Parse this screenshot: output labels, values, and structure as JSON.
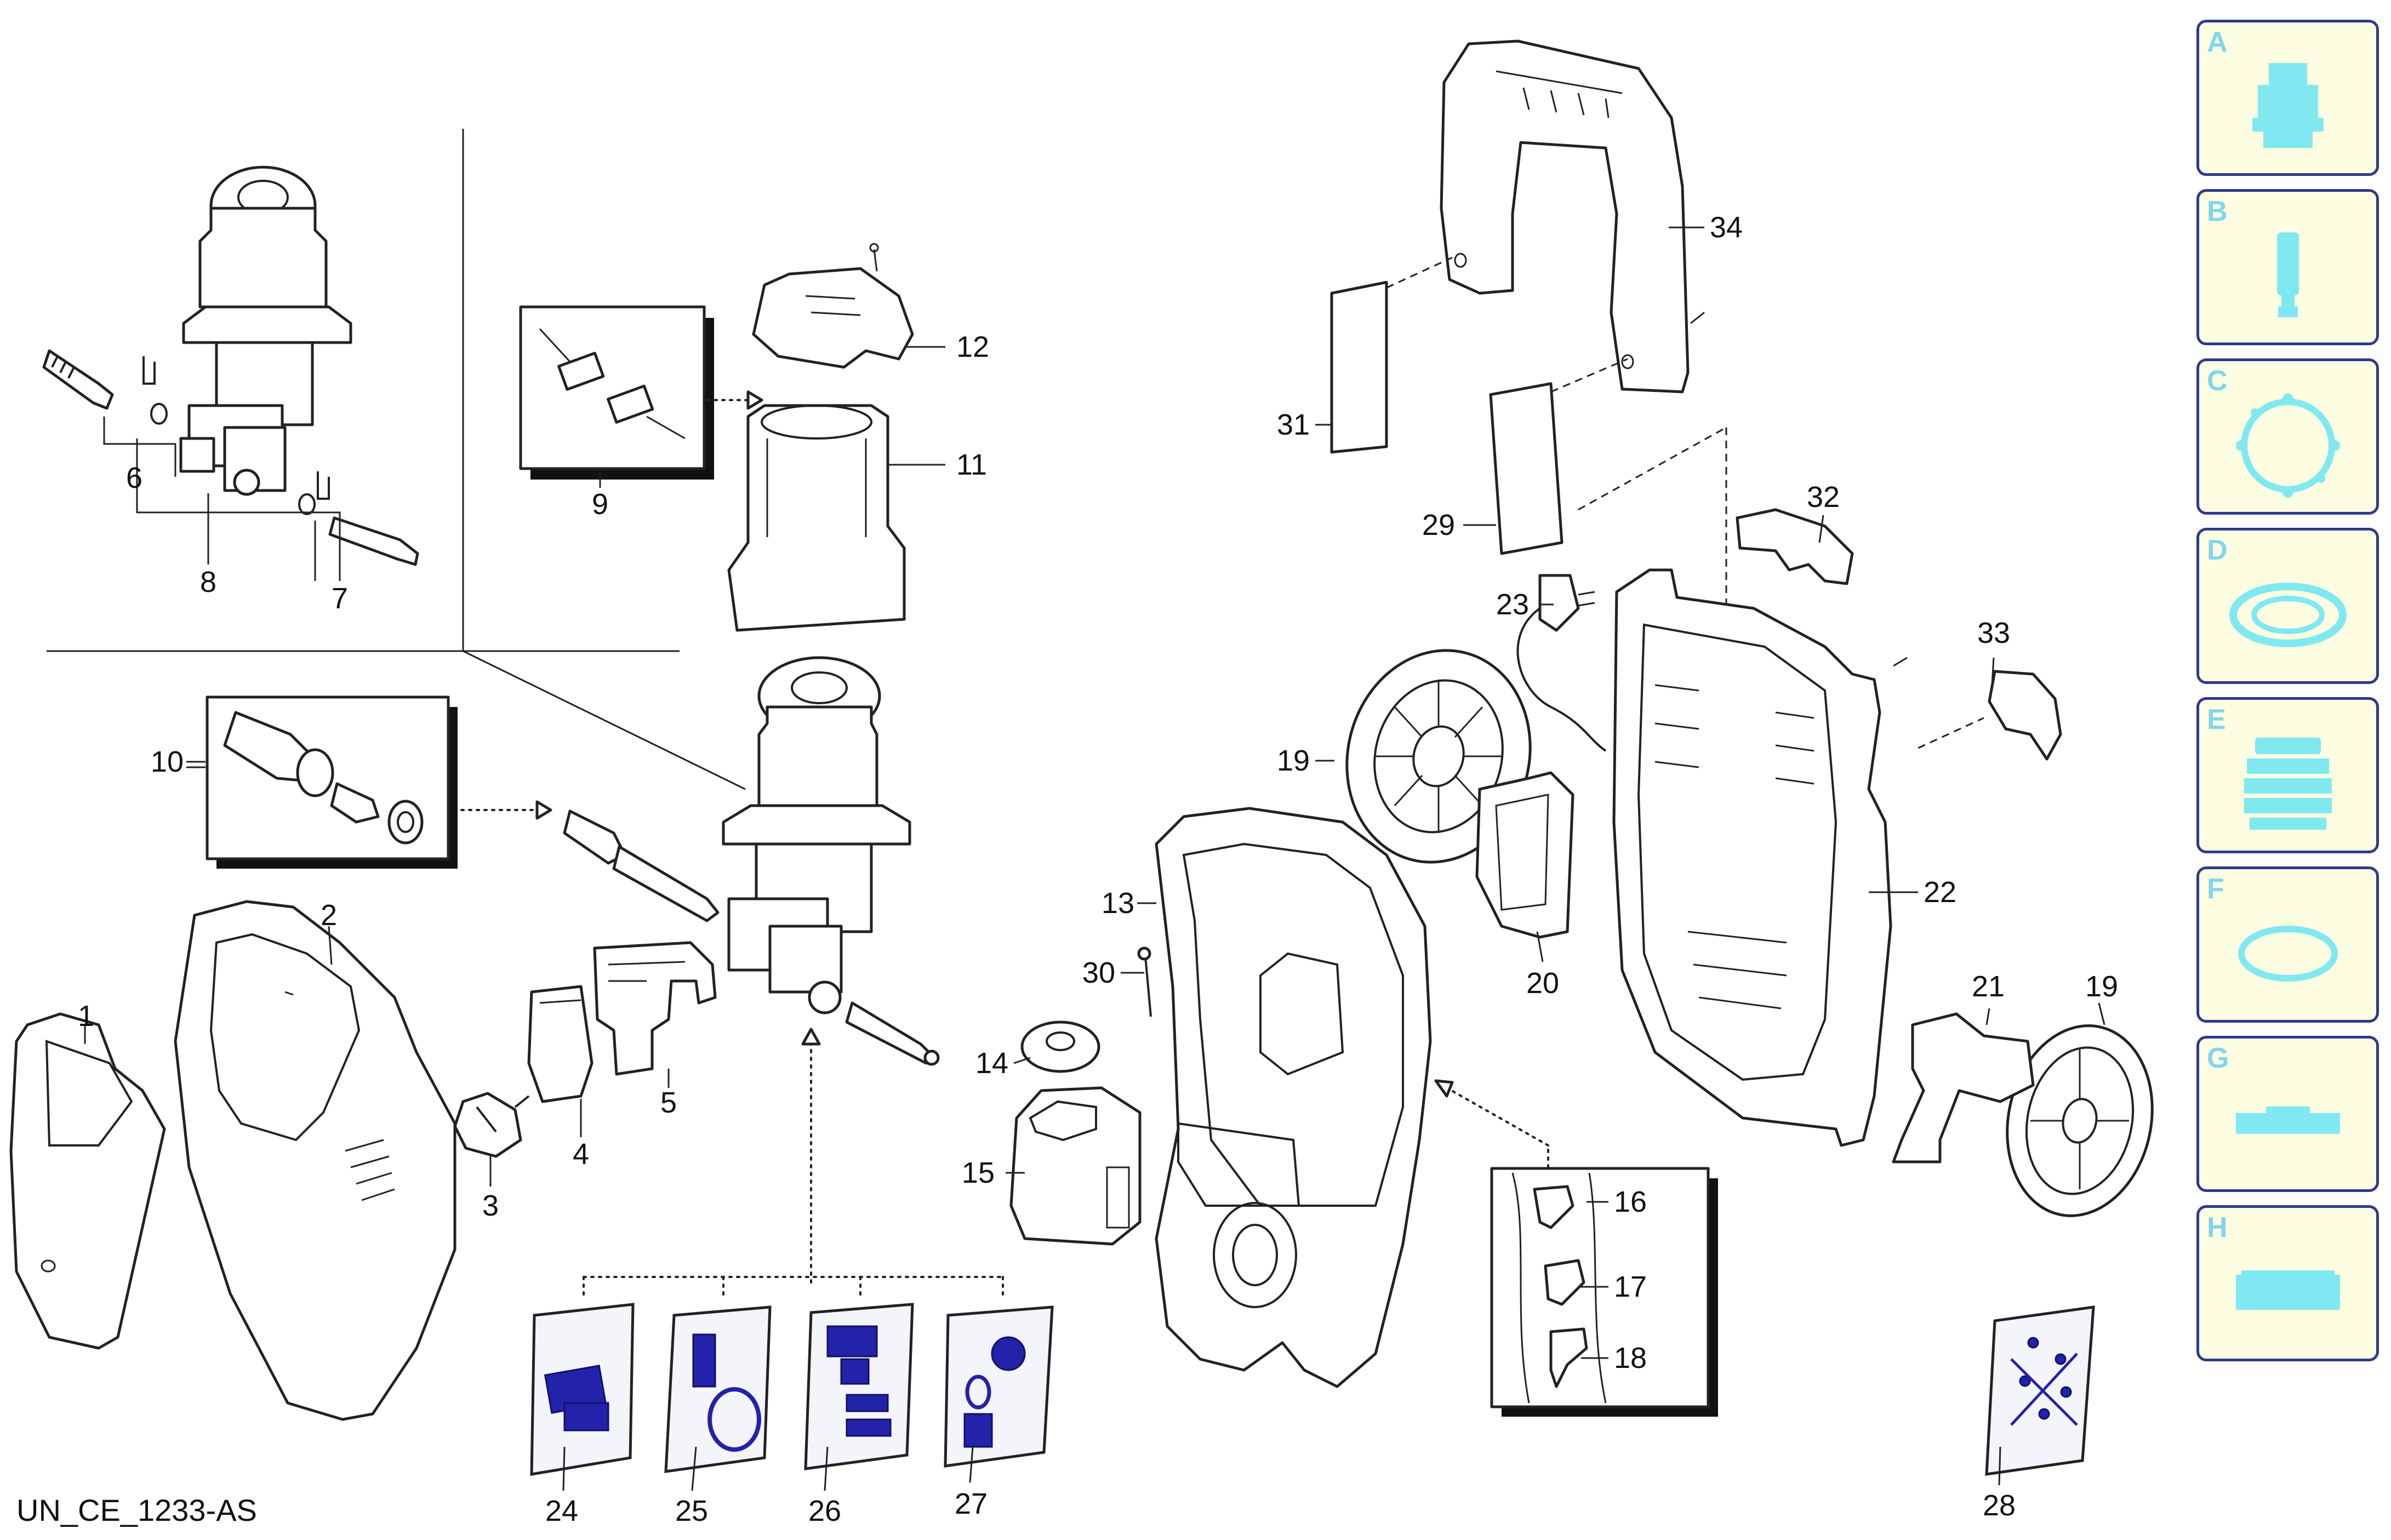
{
  "drawing_code": "UN_CE_1233-AS",
  "part_numbers": {
    "p1": "1",
    "p2": "2",
    "p3": "3",
    "p4": "4",
    "p5": "5",
    "p6": "6",
    "p7": "7",
    "p8": "8",
    "p9": "9",
    "p10": "10",
    "p11": "11",
    "p12": "12",
    "p13": "13",
    "p14": "14",
    "p15": "15",
    "p16": "16",
    "p17": "17",
    "p18": "18",
    "p19a": "19",
    "p19b": "19",
    "p20": "20",
    "p21": "21",
    "p22": "22",
    "p23": "23",
    "p24": "24",
    "p25": "25",
    "p26": "26",
    "p27": "27",
    "p28": "28",
    "p29": "29",
    "p30": "30",
    "p31": "31",
    "p32": "32",
    "p33": "33",
    "p34": "34"
  },
  "legend": [
    {
      "letter": "A",
      "icon": "pump-head-icon"
    },
    {
      "letter": "B",
      "icon": "cylinder-icon"
    },
    {
      "letter": "C",
      "icon": "ring-icon"
    },
    {
      "letter": "D",
      "icon": "seal-icon"
    },
    {
      "letter": "E",
      "icon": "piston-icon"
    },
    {
      "letter": "F",
      "icon": "o-ring-icon"
    },
    {
      "letter": "G",
      "icon": "plate-icon"
    },
    {
      "letter": "H",
      "icon": "block-icon"
    }
  ],
  "colors": {
    "legend_border": "#2d3a8c",
    "legend_fill": "#fdfde1",
    "legend_icon": "#7fe8f0",
    "kit_blue": "#2222aa"
  }
}
